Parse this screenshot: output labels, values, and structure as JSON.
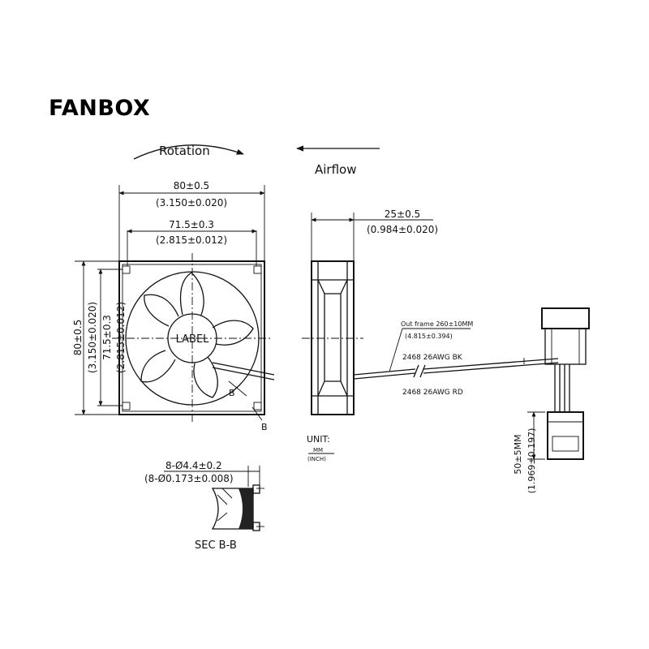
{
  "brand": "FANBOX",
  "labels": {
    "rotation": "Rotation",
    "airflow": "Airflow"
  },
  "front_view": {
    "width_mm": "80±0.5",
    "width_in": "(3.150±0.020)",
    "hole_spacing_mm": "71.5±0.3",
    "hole_spacing_in": "(2.815±0.012)",
    "height_mm": "80±0.5",
    "height_in": "(3.150±0.020)",
    "hub_label": "LABEL",
    "section_marker": "B"
  },
  "side_view": {
    "thickness_mm": "25±0.5",
    "thickness_in": "(0.984±0.020)"
  },
  "cable": {
    "out_frame_length": "Out frame 260±10MM",
    "out_frame_length_in": "(4.815±0.394)",
    "wire_black": "2468 26AWG BK",
    "wire_red": "2468 26AWG RD",
    "lead_length_mm": "50±5MM",
    "lead_length_in": "(1.969±0.197)"
  },
  "units": {
    "label": "UNIT:",
    "mm": "MM",
    "inch": "(INCH)"
  },
  "section": {
    "hole_dia_mm": "8-Ø4.4±0.2",
    "hole_dia_in": "(8-Ø0.173±0.008)",
    "title": "SEC B-B"
  }
}
